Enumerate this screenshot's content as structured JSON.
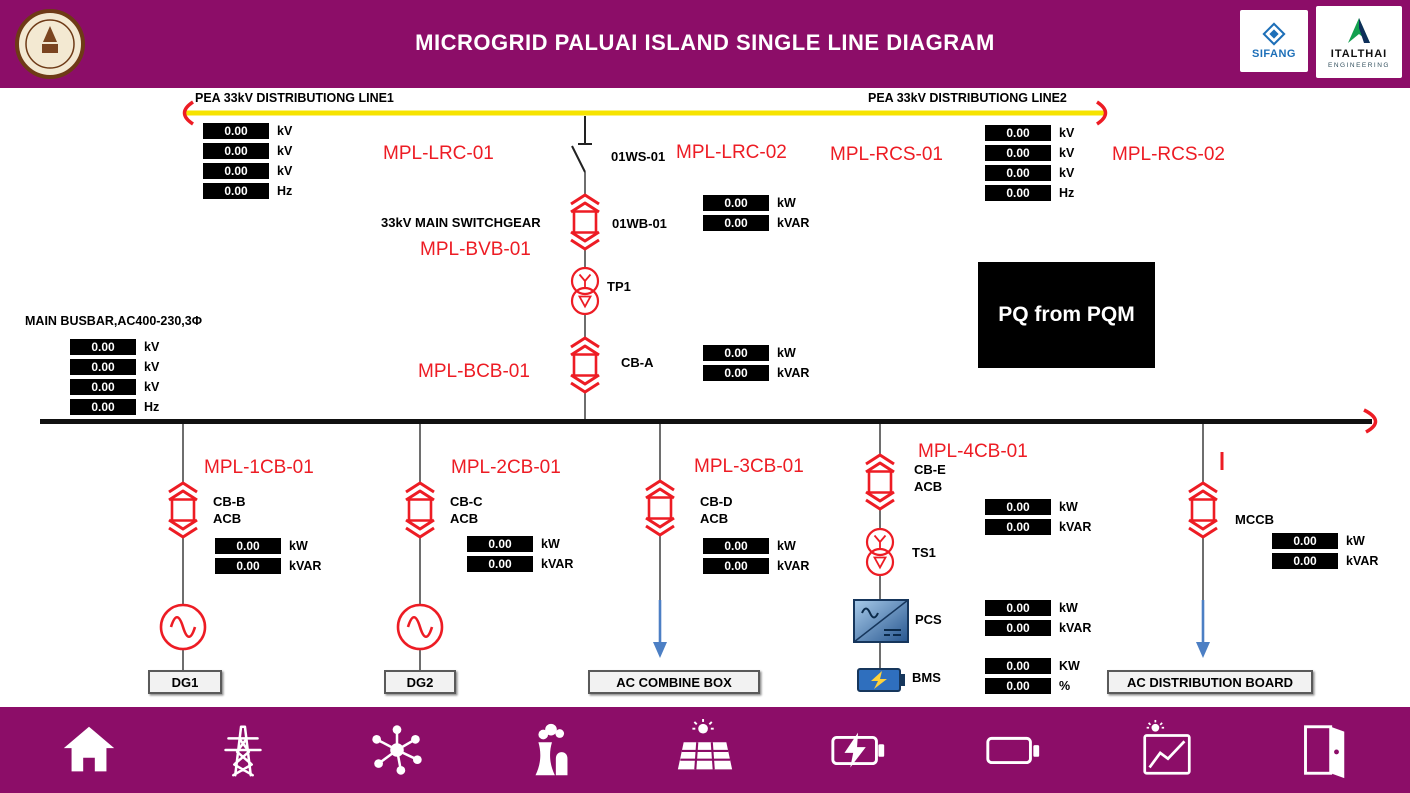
{
  "colors": {
    "header_bg": "#8C0D68",
    "alarm_red": "#ED1C24",
    "bus_yellow": "#F6E300",
    "arrow_blue": "#4C7FC4",
    "pcs_blue": "#27568F",
    "meter_bg": "#000000",
    "meter_text": "#FFFFFF"
  },
  "header": {
    "title": "MICROGRID PALUAI ISLAND SINGLE LINE DIAGRAM",
    "sifang": "SIFANG",
    "italthai": "ITALTHAI",
    "italthai_sub": "ENGINEERING"
  },
  "top": {
    "pea_line1": "PEA 33kV DISTRIBUTIONG LINE1",
    "pea_line2": "PEA 33kV DISTRIBUTIONG LINE2"
  },
  "labels": {
    "mpl_lrc_01": "MPL-LRC-01",
    "mpl_lrc_02": "MPL-LRC-02",
    "mpl_rcs_01": "MPL-RCS-01",
    "mpl_rcs_02": "MPL-RCS-02",
    "mpl_bvb_01": "MPL-BVB-01",
    "mpl_bcb_01": "MPL-BCB-01",
    "mpl_1cb_01": "MPL-1CB-01",
    "mpl_2cb_01": "MPL-2CB-01",
    "mpl_3cb_01": "MPL-3CB-01",
    "mpl_4cb_01": "MPL-4CB-01",
    "ws01": "01WS-01",
    "wb01": "01WB-01",
    "switchgear": "33kV MAIN SWITCHGEAR",
    "tp1": "TP1",
    "cb_a": "CB-A",
    "main_busbar": "MAIN BUSBAR,AC400-230,3Φ",
    "pq": "PQ from PQM",
    "cb_b": "CB-B",
    "cb_c": "CB-C",
    "cb_d": "CB-D",
    "cb_e": "CB-E",
    "acb": "ACB",
    "ts1": "TS1",
    "pcs": "PCS",
    "bms": "BMS",
    "mccb": "MCCB",
    "dg1": "DG1",
    "dg2": "DG2",
    "ac_combine_box": "AC COMBINE BOX",
    "ac_distribution_board": "AC DISTRIBUTION BOARD"
  },
  "meters": {
    "line1": [
      {
        "value": "0.00",
        "unit": "kV"
      },
      {
        "value": "0.00",
        "unit": "kV"
      },
      {
        "value": "0.00",
        "unit": "kV"
      },
      {
        "value": "0.00",
        "unit": "Hz"
      }
    ],
    "line2": [
      {
        "value": "0.00",
        "unit": "kV"
      },
      {
        "value": "0.00",
        "unit": "kV"
      },
      {
        "value": "0.00",
        "unit": "kV"
      },
      {
        "value": "0.00",
        "unit": "Hz"
      }
    ],
    "wb01": [
      {
        "value": "0.00",
        "unit": "kW"
      },
      {
        "value": "0.00",
        "unit": "kVAR"
      }
    ],
    "main_busbar": [
      {
        "value": "0.00",
        "unit": "kV"
      },
      {
        "value": "0.00",
        "unit": "kV"
      },
      {
        "value": "0.00",
        "unit": "kV"
      },
      {
        "value": "0.00",
        "unit": "Hz"
      }
    ],
    "cb_a": [
      {
        "value": "0.00",
        "unit": "kW"
      },
      {
        "value": "0.00",
        "unit": "kVAR"
      }
    ],
    "cb_b": [
      {
        "value": "0.00",
        "unit": "kW"
      },
      {
        "value": "0.00",
        "unit": "kVAR"
      }
    ],
    "cb_c": [
      {
        "value": "0.00",
        "unit": "kW"
      },
      {
        "value": "0.00",
        "unit": "kVAR"
      }
    ],
    "cb_d": [
      {
        "value": "0.00",
        "unit": "kW"
      },
      {
        "value": "0.00",
        "unit": "kVAR"
      }
    ],
    "cb_e": [
      {
        "value": "0.00",
        "unit": "kW"
      },
      {
        "value": "0.00",
        "unit": "kVAR"
      }
    ],
    "pcs": [
      {
        "value": "0.00",
        "unit": "kW"
      },
      {
        "value": "0.00",
        "unit": "kVAR"
      }
    ],
    "bms": [
      {
        "value": "0.00",
        "unit": "KW"
      },
      {
        "value": "0.00",
        "unit": "%"
      }
    ],
    "mccb": [
      {
        "value": "0.00",
        "unit": "kW"
      },
      {
        "value": "0.00",
        "unit": "kVAR"
      }
    ]
  },
  "footer": {
    "icons": [
      "home-icon",
      "transmission-tower-icon",
      "network-icon",
      "power-plant-icon",
      "solar-panel-icon",
      "battery-charging-icon",
      "battery-icon",
      "solar-chart-icon",
      "exit-door-icon"
    ]
  }
}
